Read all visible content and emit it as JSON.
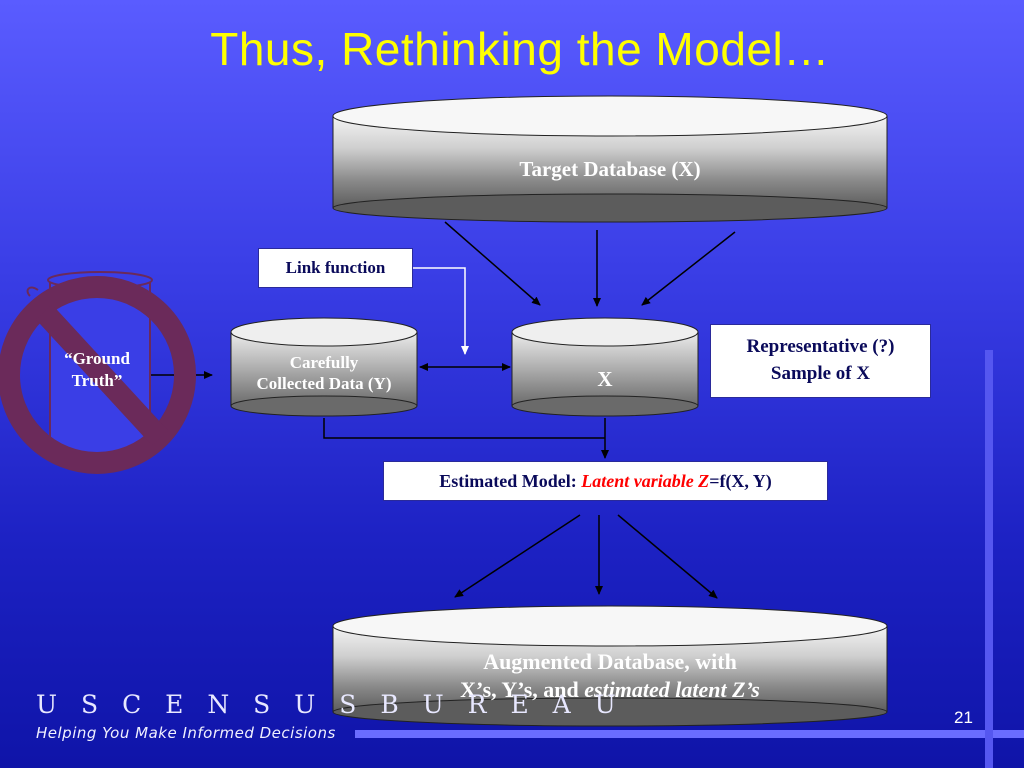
{
  "slide": {
    "title": "Thus, Rethinking the Model…",
    "page_number": "21"
  },
  "nodes": {
    "target_db": "Target Database (X)",
    "link_function": "Link function",
    "collected_line1": "Carefully",
    "collected_line2": "Collected Data (Y)",
    "x_db": "X",
    "representative_line1": "Representative (?)",
    "representative_line2": "Sample of X",
    "model_prefix": "Estimated Model: ",
    "model_latent": "Latent variable Z",
    "model_suffix": "=f(X, Y)",
    "augmented_line1": "Augmented Database, with",
    "augmented_line2_prefix": "X’s, Y’s, and ",
    "augmented_line2_italic": "estimated latent Z’s",
    "ground_truth_line1": "“Ground",
    "ground_truth_line2": "Truth”"
  },
  "footer": {
    "brand": "U S C E N S U S B U R E A U",
    "tagline": "Helping You Make Informed Decisions"
  },
  "colors": {
    "title": "#ffff00",
    "latent_highlight": "#ff0000",
    "prohibition_sign": "#6b2a5a"
  }
}
